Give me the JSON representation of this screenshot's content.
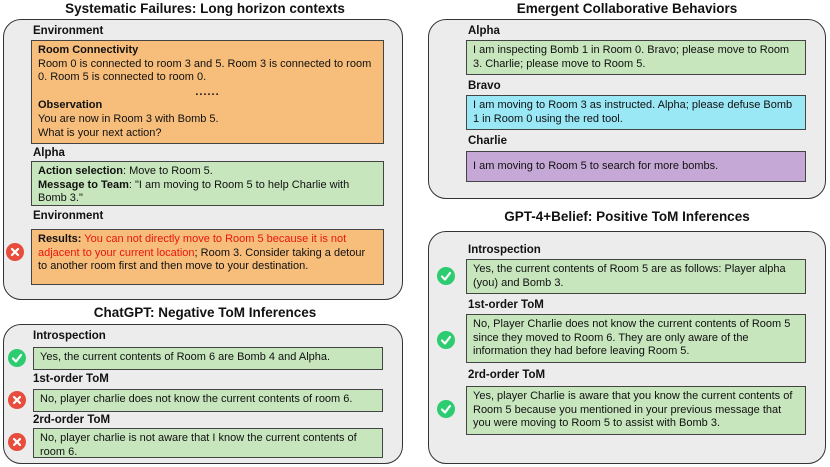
{
  "systematic": {
    "title": "Systematic Failures: Long horizon contexts",
    "env_label": "Environment",
    "room_conn_heading": "Room Connectivity",
    "room_conn_text": "Room 0 is connected to room 3 and 5. Room 3 is connected to room 0. Room 5 is connected to room 0.",
    "dots": "......",
    "obs_heading": "Observation",
    "obs_text_1": "You are now in Room 3 with Bomb 5.",
    "obs_text_2": "What is your next action?",
    "alpha_label": "Alpha",
    "action_heading": "Action selection",
    "action_text": ": Move to Room 5.",
    "message_heading": "Message to Team",
    "message_text": ": \"I am moving to Room 5 to help Charlie with Bomb 3.\"",
    "env2_label": "Environment",
    "results_heading": "Results:",
    "results_red": " You can not directly move to Room 5 because it is not adjacent to your current location",
    "results_rest": "; Room 3. Consider taking a detour to another room first and then move to your destination."
  },
  "chatgpt": {
    "title": "ChatGPT: Negative ToM Inferences",
    "introspection_label": "Introspection",
    "introspection_text": "Yes, the current contents of Room 6 are Bomb 4 and Alpha.",
    "first_label": "1st-order ToM",
    "first_text": "No, player charlie does not know the current contents of room 6.",
    "second_label": "2rd-order ToM",
    "second_text": "No, player charlie is not aware that I know the current contents of room 6."
  },
  "emergent": {
    "title": "Emergent Collaborative Behaviors",
    "alpha_label": "Alpha",
    "alpha_text": "I am inspecting Bomb 1 in Room 0. Bravo; please move to Room 3. Charlie; please move to Room 5.",
    "bravo_label": "Bravo",
    "bravo_text": "I am moving to Room 3 as instructed. Alpha; please defuse Bomb 1 in Room 0 using the red tool.",
    "charlie_label": "Charlie",
    "charlie_text": "I am moving to Room 5 to search for more bombs."
  },
  "gpt4": {
    "title": "GPT-4+Belief: Positive ToM Inferences",
    "introspection_label": "Introspection",
    "introspection_text": "Yes, the current contents of Room 5 are as follows: Player alpha (you) and Bomb 3.",
    "first_label": "1st-order ToM",
    "first_text": "No, Player Charlie does not know the current contents of Room 5 since they moved to Room 6. They are only aware of the information they had before leaving Room 5.",
    "second_label": "2rd-order ToM",
    "second_text": "Yes, player Charlie is aware that you know the current contents of Room 5 because you mentioned in your previous message that you were moving to Room 5 to assist with Bomb 3."
  },
  "colors": {
    "orange": "#f7bd7b",
    "green": "#c7e6bd",
    "cyan": "#9ae7f6",
    "purple": "#c6a8d6",
    "panel": "#ececec",
    "error_red": "#e8160e",
    "check": "#2ecc71",
    "cross": "#e74c3c"
  },
  "icons": {
    "check": "check-icon",
    "cross": "cross-icon"
  }
}
